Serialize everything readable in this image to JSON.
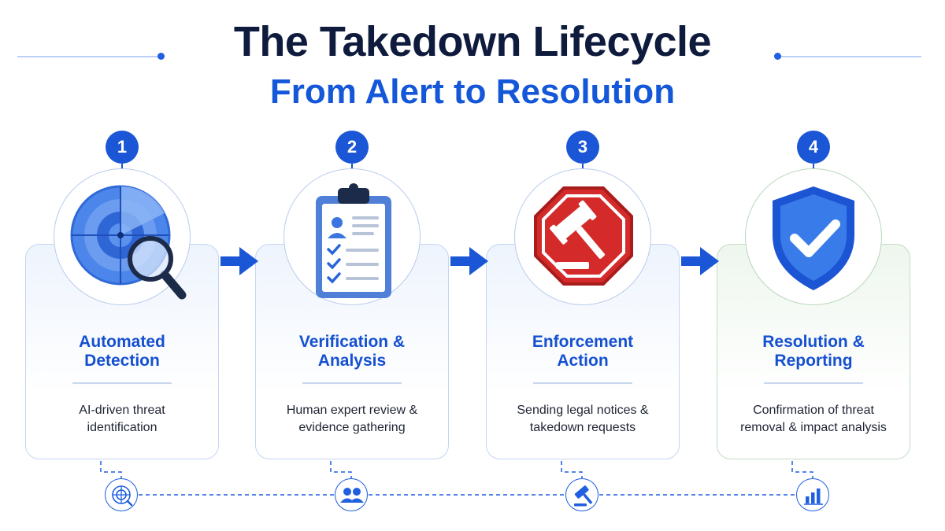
{
  "header": {
    "title": "The Takedown Lifecycle",
    "subtitle": "From Alert to Resolution"
  },
  "steps": [
    {
      "number": "1",
      "title_line1": "Automated",
      "title_line2": "Detection",
      "desc_line1": "AI-driven threat",
      "desc_line2": "identification",
      "icon": "radar-magnifier-icon",
      "bottom_icon": "radar-icon"
    },
    {
      "number": "2",
      "title_line1": "Verification &",
      "title_line2": "Analysis",
      "desc_line1": "Human expert review &",
      "desc_line2": "evidence gathering",
      "icon": "clipboard-checklist-icon",
      "bottom_icon": "people-icon"
    },
    {
      "number": "3",
      "title_line1": "Enforcement",
      "title_line2": "Action",
      "desc_line1": "Sending legal notices &",
      "desc_line2": "takedown requests",
      "icon": "gavel-stop-sign-icon",
      "bottom_icon": "gavel-icon"
    },
    {
      "number": "4",
      "title_line1": "Resolution &",
      "title_line2": "Reporting",
      "desc_line1": "Confirmation of threat",
      "desc_line2": "removal & impact analysis",
      "icon": "shield-check-icon",
      "bottom_icon": "bar-chart-icon"
    }
  ],
  "colors": {
    "primary": "#1a56d6",
    "title": "#0f1b3d",
    "enforcement_red": "#d42a2a",
    "resolution_green": "#c3dcc4"
  }
}
